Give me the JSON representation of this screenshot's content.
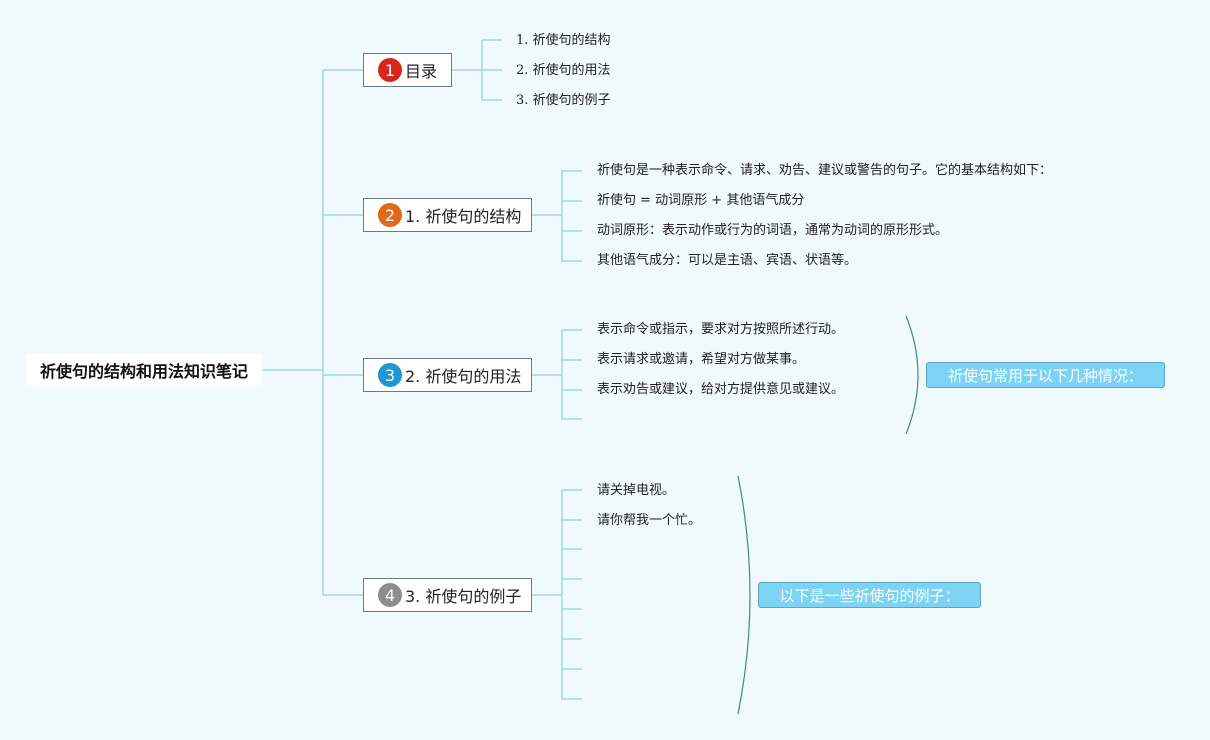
{
  "root": {
    "title": "祈使句的结构和用法知识笔记"
  },
  "topics": [
    {
      "number": "1",
      "badge_color": "#d7261b",
      "label": "目录",
      "items": [
        "1. 祈使句的结构",
        "2. 祈使句的用法",
        "3. 祈使句的例子"
      ]
    },
    {
      "number": "2",
      "badge_color": "#e0691a",
      "label": "1. 祈使句的结构",
      "items": [
        "祈使句是一种表示命令、请求、劝告、建议或警告的句子。它的基本结构如下：",
        "祈使句 = 动词原形 + 其他语气成分",
        "动词原形：表示动作或行为的词语，通常为动词的原形形式。",
        "其他语气成分：可以是主语、宾语、状语等。"
      ]
    },
    {
      "number": "3",
      "badge_color": "#1f97d4",
      "label": "2. 祈使句的用法",
      "items": [
        "表示命令或指示，要求对方按照所述行动。",
        "表示请求或邀请，希望对方做某事。",
        "表示劝告或建议，给对方提供意见或建议。"
      ],
      "summary": "祈使句常用于以下几种情况："
    },
    {
      "number": "4",
      "badge_color": "#8d8d8d",
      "label": "3. 祈使句的例子",
      "items": [
        "请关掉电视。",
        "请你帮我一个忙。"
      ],
      "summary": "以下是一些祈使句的例子："
    }
  ],
  "colors": {
    "connector": "#9fd8ea",
    "brace": "#3f8f73",
    "summary_fill": "#7dd3f4"
  }
}
